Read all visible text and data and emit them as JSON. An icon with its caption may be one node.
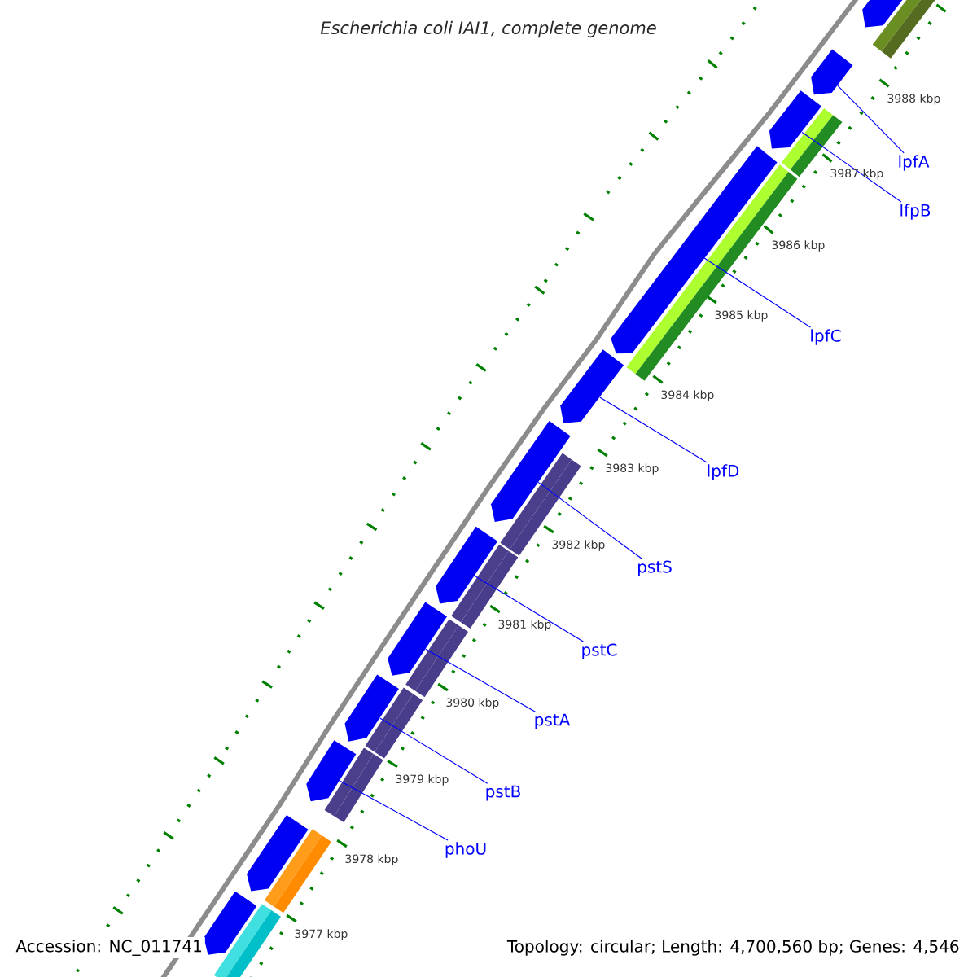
{
  "diagram": {
    "title": "Escherichia coli IAI1, complete genome",
    "nodes": [
      {
        "text": [],
        "shape": "bar"
      },
      {
        "text": [],
        "shape": "bar"
      },
      {
        "text": [],
        "shape": "bar"
      },
      {
        "text": [],
        "shape": "bar"
      },
      {
        "text": [],
        "shape": "bar"
      },
      {
        "text": [],
        "shape": "bar"
      },
      {
        "text": [],
        "shape": "bar"
      },
      {
        "text": [],
        "shape": "bar"
      },
      {
        "text": [],
        "shape": "bar"
      },
      {
        "text": [],
        "shape": "bar"
      },
      {
        "text": [],
        "shape": "bar"
      },
      {
        "text": [],
        "shape": "bar"
      },
      {
        "text": [
          "lpfA"
        ]
      },
      {
        "text": [
          "lfpB"
        ]
      },
      {
        "text": [
          "lpfC"
        ]
      },
      {
        "text": [
          "lpfD"
        ]
      },
      {
        "text": [
          "pstS"
        ]
      },
      {
        "text": [
          "pstC"
        ]
      },
      {
        "text": [
          "pstA"
        ]
      },
      {
        "text": [
          "pstB"
        ]
      },
      {
        "text": [
          "phoU"
        ]
      }
    ],
    "edges": [
      {
        "from": 12,
        "to": 1,
        "arrow": "none"
      },
      {
        "from": 13,
        "to": 2,
        "arrow": "none"
      },
      {
        "from": 14,
        "to": 3,
        "arrow": "none"
      },
      {
        "from": 15,
        "to": 4,
        "arrow": "none"
      },
      {
        "from": 16,
        "to": 5,
        "arrow": "none"
      },
      {
        "from": 17,
        "to": 6,
        "arrow": "none"
      },
      {
        "from": 18,
        "to": 7,
        "arrow": "none"
      },
      {
        "from": 19,
        "to": 8,
        "arrow": "none"
      },
      {
        "from": 20,
        "to": 9,
        "arrow": "none"
      }
    ],
    "labels": [
      "3988 kbp",
      "3987 kbp",
      "3986 kbp",
      "3985 kbp",
      "3984 kbp",
      "3983 kbp",
      "3982 kbp",
      "3981 kbp",
      "3980 kbp",
      "3979 kbp",
      "3978 kbp",
      "3977 kbp",
      "Accession: NC_011741",
      "Topology: circular; Length: 4,700,560 bp; Genes: 4,546"
    ]
  }
}
